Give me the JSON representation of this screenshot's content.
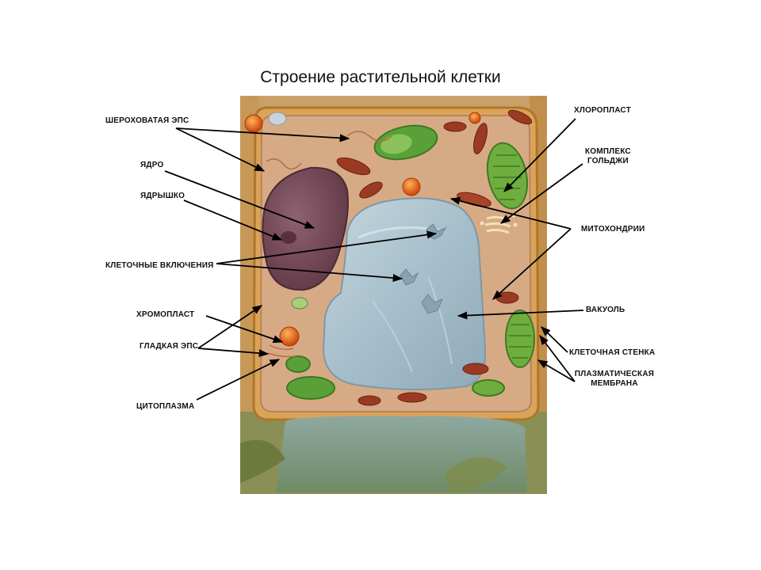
{
  "title": "Строение растительной клетки",
  "labels": {
    "rough_er": "ШЕРОХОВАТАЯ ЭПС",
    "nucleus": "ЯДРО",
    "nucleolus": "ЯДРЫШКО",
    "inclusions": "КЛЕТОЧНЫЕ ВКЛЮЧЕНИЯ",
    "chromoplast": "ХРОМОПЛАСТ",
    "smooth_er": "ГЛАДКАЯ ЭПС",
    "cytoplasm": "ЦИТОПЛАЗМА",
    "chloroplast": "ХЛОРОПЛАСТ",
    "golgi_1": "КОМПЛЕКС",
    "golgi_2": "ГОЛЬДЖИ",
    "mitochondria": "МИТОХОНДРИИ",
    "vacuole": "ВАКУОЛЬ",
    "cell_wall": "КЛЕТОЧНАЯ СТЕНКА",
    "membrane_1": "ПЛАЗМАТИЧЕСКАЯ",
    "membrane_2": "МЕМБРАНА"
  },
  "colors": {
    "background": "#ffffff",
    "cell_wall": "#d49a3a",
    "cytoplasm": "#d9a683",
    "vacuole": "#a9c2cf",
    "nucleus": "#7a4a58",
    "chloroplast": "#5ea33a",
    "mitochondria": "#9a3a22",
    "chromoplast": "#e0601a"
  }
}
